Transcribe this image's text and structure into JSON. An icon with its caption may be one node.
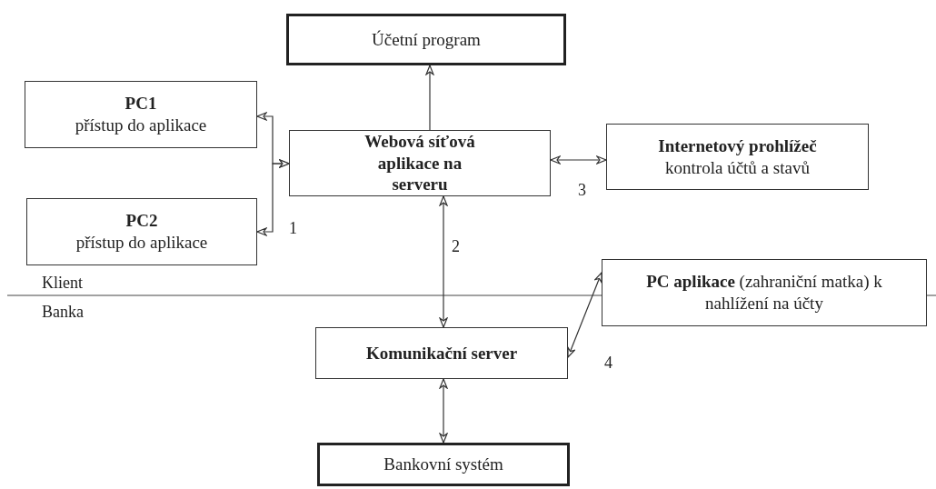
{
  "diagram": {
    "nodes": [
      {
        "text": [
          "Účetní program"
        ]
      },
      {
        "text": [
          "PC1",
          "přístup do aplikace"
        ]
      },
      {
        "text": [
          "Webová síťová aplikace na serveru"
        ]
      },
      {
        "text": [
          "Internetový prohlížeč",
          "kontrola účtů a stavů"
        ]
      },
      {
        "text": [
          "PC2",
          "přístup do aplikace"
        ]
      },
      {
        "text": [
          "**PC aplikace** (zahraniční matka) k nahlížení na účty"
        ]
      },
      {
        "text": [
          "Komunikační server"
        ]
      },
      {
        "text": [
          "Bankovní systém"
        ]
      }
    ],
    "edges": [
      {
        "from": 2,
        "to": 0,
        "arrow": "to"
      },
      {
        "from": 2,
        "to": 1,
        "arrow": "both"
      },
      {
        "from": 2,
        "to": 4,
        "arrow": "both"
      },
      {
        "from": 2,
        "to": 3,
        "arrow": "both"
      },
      {
        "from": 2,
        "to": 6,
        "arrow": "both"
      },
      {
        "from": 6,
        "to": 5,
        "arrow": "both"
      },
      {
        "from": 6,
        "to": 7,
        "arrow": "both"
      }
    ],
    "labels": [
      "1",
      "2",
      "3",
      "Klient",
      "Banka",
      "4"
    ]
  }
}
